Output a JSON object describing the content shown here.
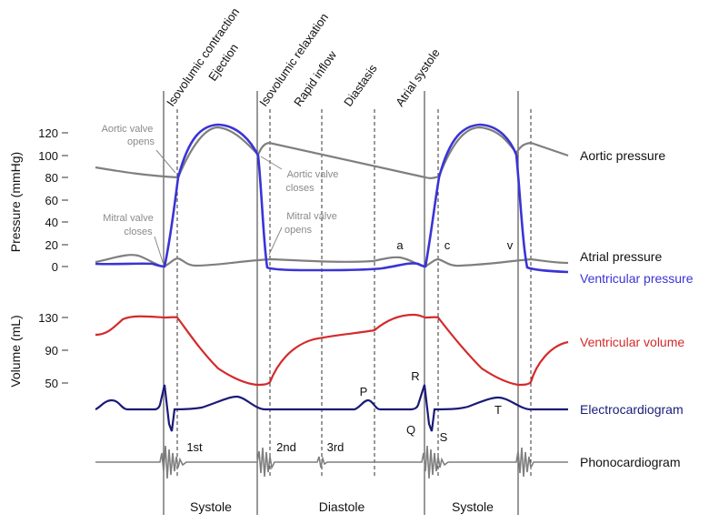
{
  "phases": [
    "Isovolumic contraction",
    "Ejection",
    "Isovolumic relaxation",
    "Rapid inflow",
    "Diastasis",
    "Atrial systole"
  ],
  "pressure_axis": {
    "label": "Pressure (mmHg)",
    "ticks": [
      "120",
      "100",
      "80",
      "60",
      "40",
      "20",
      "0"
    ]
  },
  "volume_axis": {
    "label": "Volume (mL)",
    "ticks": [
      "130",
      "90",
      "50"
    ]
  },
  "annotations": {
    "aortic_opens": [
      "Aortic valve",
      "opens"
    ],
    "aortic_closes": [
      "Aortic valve",
      "closes"
    ],
    "mitral_closes": [
      "Mitral valve",
      "closes"
    ],
    "mitral_opens": [
      "Mitral valve",
      "opens"
    ]
  },
  "wave_labels": {
    "a": "a",
    "c": "c",
    "v": "v",
    "P": "P",
    "Q": "Q",
    "R": "R",
    "S": "S",
    "T": "T"
  },
  "heart_sounds": [
    "1st",
    "2nd",
    "3rd"
  ],
  "traces": {
    "aortic": {
      "label": "Aortic pressure",
      "color": "#7f7f7f"
    },
    "atrial": {
      "label": "Atrial pressure",
      "color": "#7f7f7f"
    },
    "ventricular": {
      "label": "Ventricular pressure",
      "color": "#3a34d6"
    },
    "volume": {
      "label": "Ventricular volume",
      "color": "#d42a2a"
    },
    "ecg": {
      "label": "Electrocardiogram",
      "color": "#1a1a78"
    },
    "phono": {
      "label": "Phonocardiogram",
      "color": "#7f7f7f"
    }
  },
  "bottom_labels": [
    "Systole",
    "Diastole",
    "Systole"
  ]
}
